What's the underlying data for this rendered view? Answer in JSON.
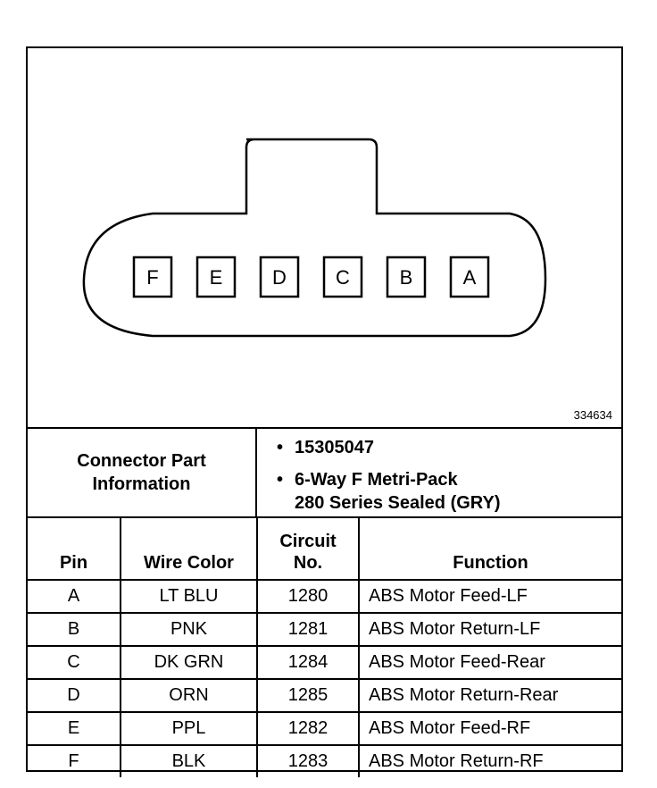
{
  "figure_id": "334634",
  "connector": {
    "pins": [
      "F",
      "E",
      "D",
      "C",
      "B",
      "A"
    ]
  },
  "part_info": {
    "label_line1": "Connector Part",
    "label_line2": "Information",
    "part_number": "15305047",
    "description_line1": "6-Way F Metri-Pack",
    "description_line2": "280 Series Sealed (GRY)"
  },
  "table": {
    "headers": {
      "pin": "Pin",
      "wire_color": "Wire Color",
      "circuit_line1": "Circuit",
      "circuit_line2": "No.",
      "function": "Function"
    },
    "rows": [
      {
        "pin": "A",
        "wire_color": "LT BLU",
        "circuit": "1280",
        "function": "ABS Motor Feed-LF"
      },
      {
        "pin": "B",
        "wire_color": "PNK",
        "circuit": "1281",
        "function": "ABS Motor Return-LF"
      },
      {
        "pin": "C",
        "wire_color": "DK GRN",
        "circuit": "1284",
        "function": "ABS Motor Feed-Rear"
      },
      {
        "pin": "D",
        "wire_color": "ORN",
        "circuit": "1285",
        "function": "ABS Motor Return-Rear"
      },
      {
        "pin": "E",
        "wire_color": "PPL",
        "circuit": "1282",
        "function": "ABS Motor Feed-RF"
      },
      {
        "pin": "F",
        "wire_color": "BLK",
        "circuit": "1283",
        "function": "ABS Motor Return-RF"
      }
    ]
  }
}
